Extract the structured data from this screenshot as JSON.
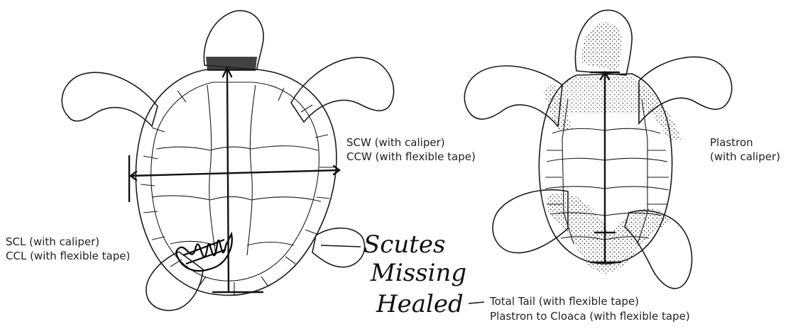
{
  "labels": {
    "scw": "SCW (with caliper)",
    "ccw": "CCW (with flexible tape)",
    "scl": "SCL (with caliper)",
    "ccl": "CCL (with flexible tape)",
    "plastron": "Plastron",
    "plastron_note": "(with caliper)",
    "total_tail": "Total Tail (with flexible tape)",
    "plastron_cloaca": "Plastron to Cloaca (with flexible tape)"
  },
  "handwriting": {
    "line1": "Scutes",
    "line2": "Missing",
    "line3": "Healed"
  }
}
